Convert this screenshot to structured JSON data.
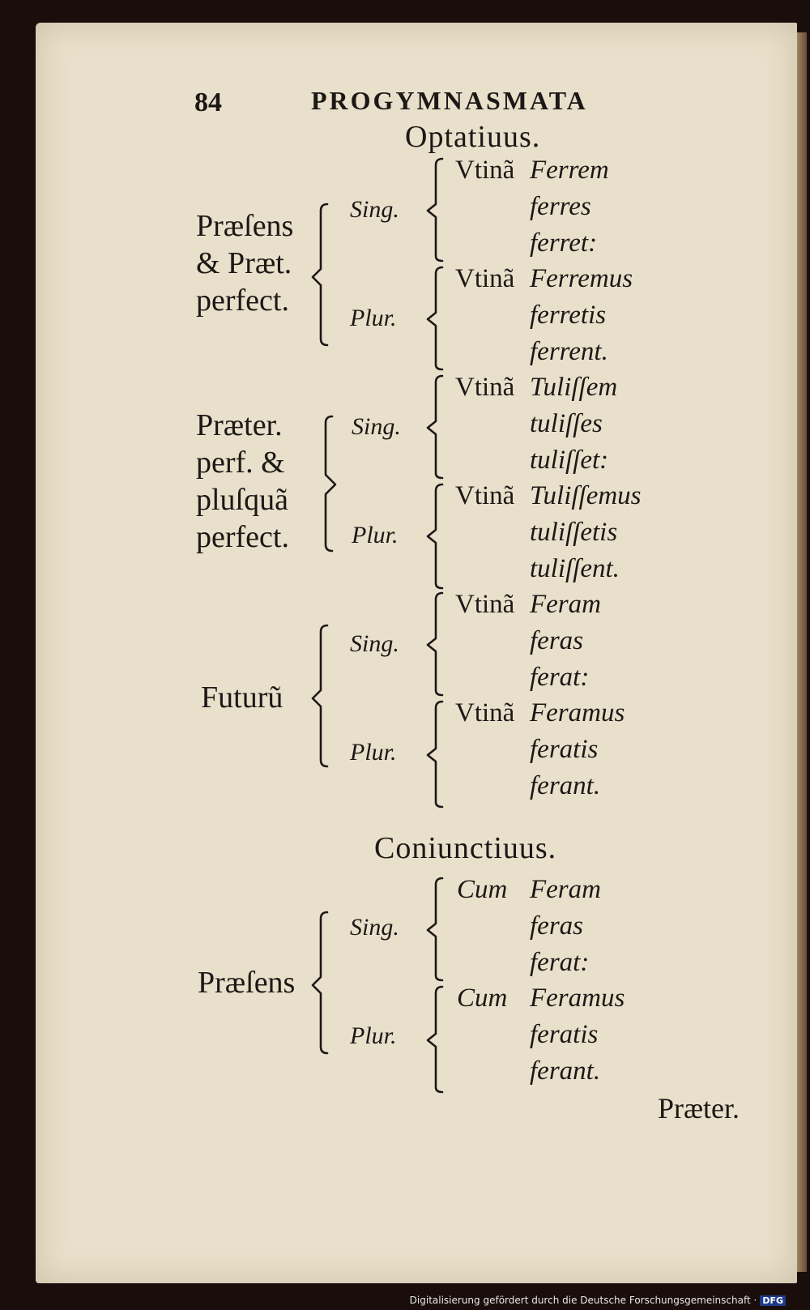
{
  "page": {
    "number": "84",
    "running_head": "PROGYMNASMATA",
    "catchword": "Præter."
  },
  "optativus": {
    "title": "Optatiuus.",
    "present": {
      "label_lines": [
        "Præſens",
        "& Præt.",
        "perfect."
      ],
      "sing_label": "Sing.",
      "plur_label": "Plur.",
      "sing_particle": "Vtinã",
      "sing_forms": [
        "Ferrem",
        "ferres",
        "ferret:"
      ],
      "plur_particle": "Vtinã",
      "plur_forms": [
        "Ferremus",
        "ferretis",
        "ferrent."
      ]
    },
    "preterite": {
      "label_lines": [
        "Præter.",
        "perf. &",
        "pluſquã",
        "perfect."
      ],
      "sing_label": "Sing.",
      "plur_label": "Plur.",
      "sing_particle": "Vtinã",
      "sing_forms": [
        "Tuliſſem",
        "tuliſſes",
        "tuliſſet:"
      ],
      "plur_particle": "Vtinã",
      "plur_forms": [
        "Tuliſſemus",
        "tuliſſetis",
        "tuliſſent."
      ]
    },
    "future": {
      "label_lines": [
        "Futurũ"
      ],
      "sing_label": "Sing.",
      "plur_label": "Plur.",
      "sing_particle": "Vtinã",
      "sing_forms": [
        "Feram",
        "feras",
        "ferat:"
      ],
      "plur_particle": "Vtinã",
      "plur_forms": [
        "Feramus",
        "feratis",
        "ferant."
      ]
    }
  },
  "coniunctivus": {
    "title": "Coniunctiuus.",
    "present": {
      "label_lines": [
        "Præſens"
      ],
      "sing_label": "Sing.",
      "plur_label": "Plur.",
      "sing_particle": "Cum",
      "sing_forms": [
        "Feram",
        "feras",
        "ferat:"
      ],
      "plur_particle": "Cum",
      "plur_forms": [
        "Feramus",
        "feratis",
        "ferant."
      ]
    }
  },
  "footer": {
    "text": "Digitalisierung gefördert durch die Deutsche Forschungsgemeinschaft ·",
    "logo": "DFG"
  }
}
